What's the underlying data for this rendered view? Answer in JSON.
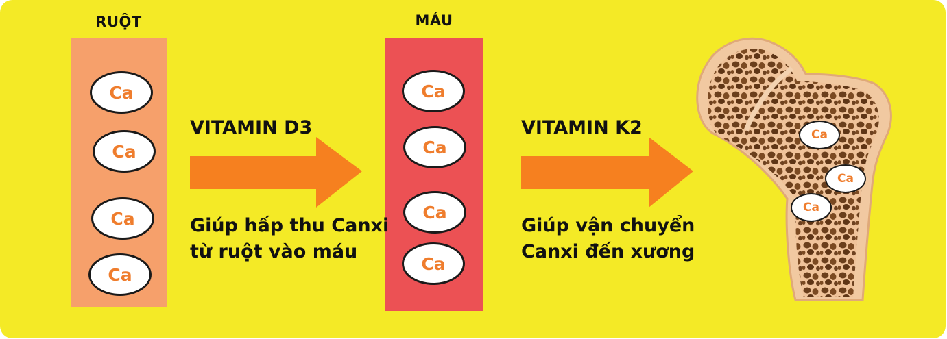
{
  "colors": {
    "background": "#f4ea26",
    "intestine": "#f6a06b",
    "blood": "#ec5154",
    "arrow": "#f6801f",
    "ca_text": "#ef7d2d",
    "bone": "#8c5a2b"
  },
  "columns": {
    "intestine": {
      "title": "RUỘT",
      "calcium": [
        "Ca",
        "Ca",
        "Ca",
        "Ca"
      ]
    },
    "blood": {
      "title": "MÁU",
      "calcium": [
        "Ca",
        "Ca",
        "Ca",
        "Ca"
      ]
    }
  },
  "steps": [
    {
      "vitamin": "VITAMIN D3",
      "desc_line1": "Giúp hấp thu Canxi",
      "desc_line2": "từ ruột vào máu"
    },
    {
      "vitamin": "VITAMIN K2",
      "desc_line1": "Giúp vận chuyển",
      "desc_line2": "Canxi đến xương"
    }
  ],
  "bone": {
    "calcium": [
      "Ca",
      "Ca",
      "Ca"
    ]
  }
}
